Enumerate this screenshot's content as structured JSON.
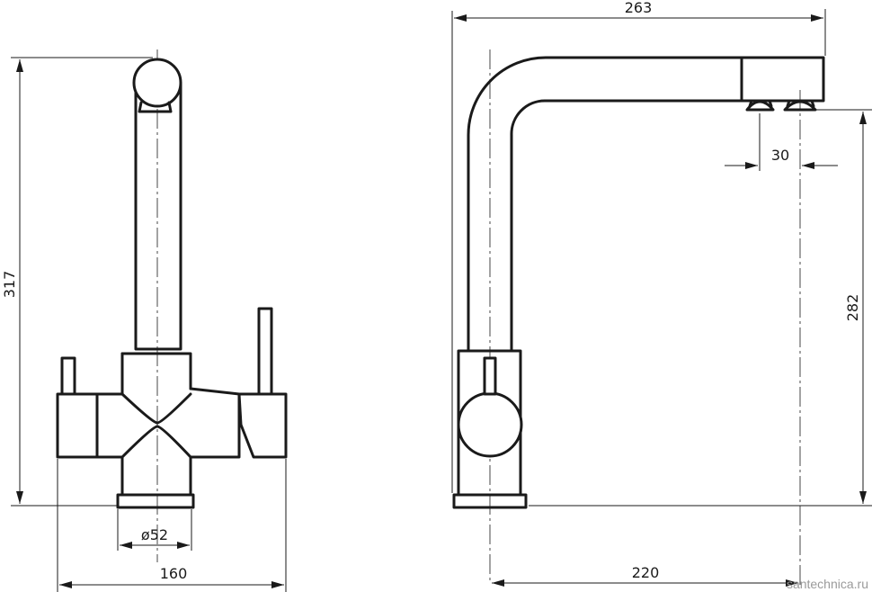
{
  "drawing": {
    "dimensions": {
      "overall_height": "317",
      "base_width": "160",
      "base_diameter": "ø52",
      "spout_length": "263",
      "outlet_spacing": "30",
      "spout_height": "282",
      "base_to_outlet": "220"
    },
    "watermark": "santechnica.ru"
  }
}
